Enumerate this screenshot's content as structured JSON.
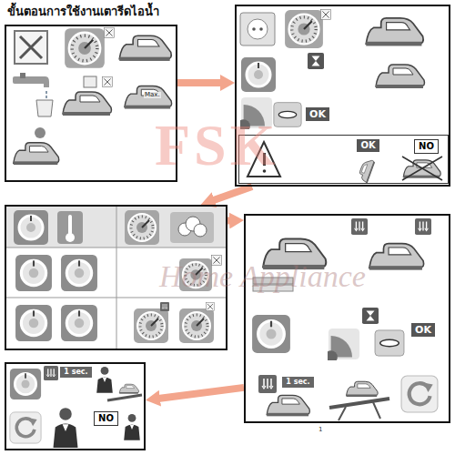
{
  "diagram": {
    "title": "ขั้นตอนการใช้งานเตารีดไอน้ำ",
    "nodes": [
      {
        "text": []
      },
      {
        "text": []
      },
      {
        "text": [
          "OK"
        ],
        "in": 1
      },
      {
        "text": [],
        "in": 1
      },
      {
        "text": [
          "OK"
        ],
        "in": 3
      },
      {
        "text": [
          "NO"
        ],
        "in": 3
      },
      {
        "text": []
      },
      {
        "text": []
      },
      {
        "text": [
          "OK"
        ],
        "in": 7
      },
      {
        "text": [
          "1 sec."
        ],
        "in": 7
      },
      {
        "text": []
      },
      {
        "text": [
          "1 sec."
        ],
        "in": 10
      },
      {
        "text": [
          "NO"
        ],
        "in": 10
      }
    ],
    "edges": [
      {
        "from": 0,
        "to": 1,
        "arrow": "to"
      },
      {
        "from": 1,
        "to": 6,
        "arrow": "to"
      },
      {
        "from": 6,
        "to": 7,
        "arrow": "to"
      },
      {
        "from": 7,
        "to": 10,
        "arrow": "to"
      }
    ],
    "labels": [
      "Max.",
      "FSK",
      "Home Appliance",
      "1"
    ]
  }
}
